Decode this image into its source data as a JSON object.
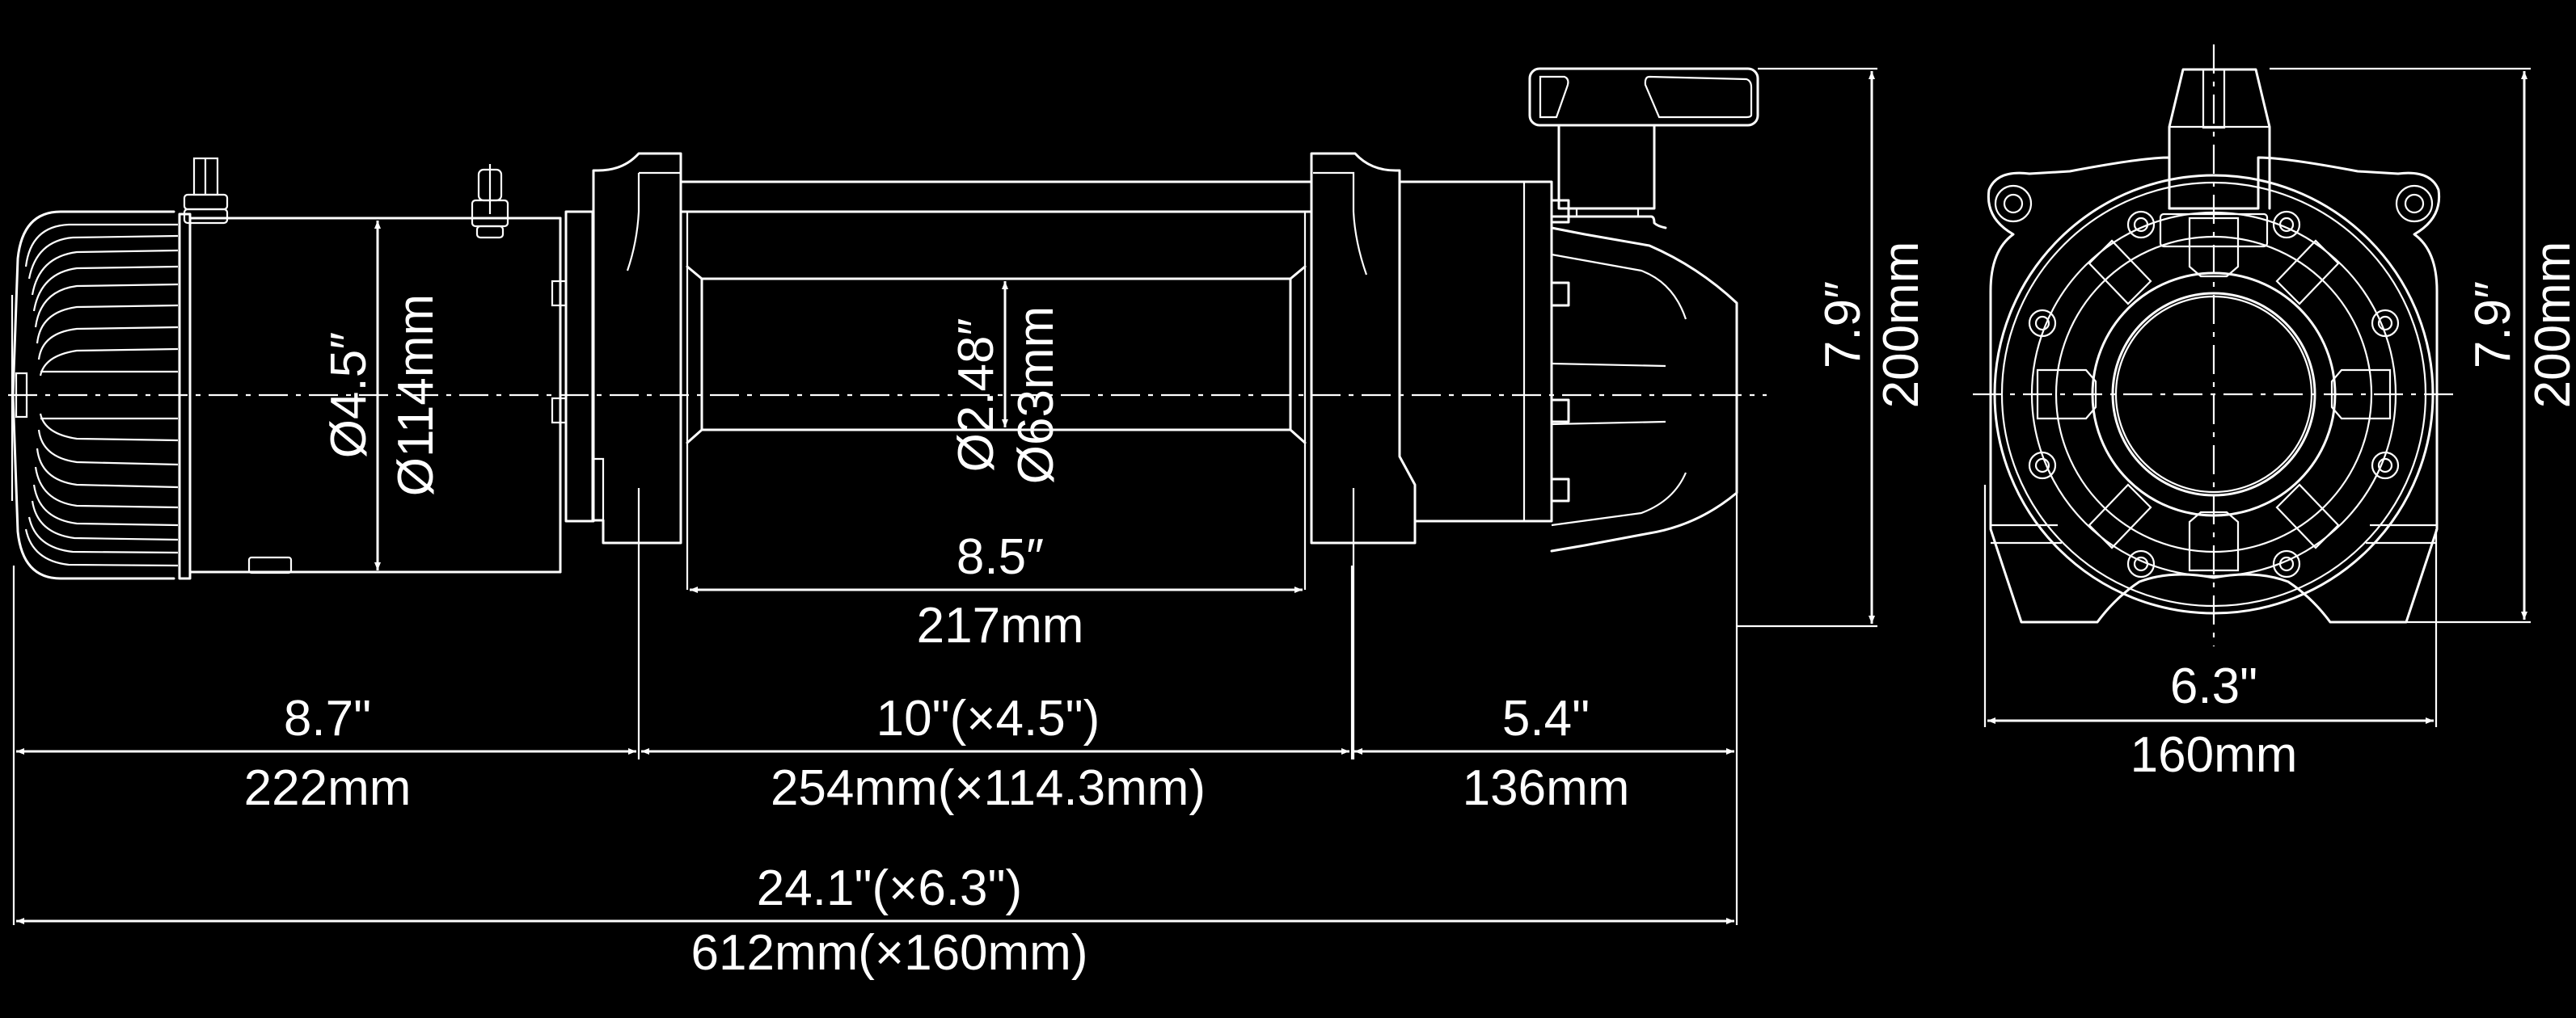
{
  "drawing": {
    "title": "Winch dimension drawing",
    "background": "#000000",
    "line_color": "#ffffff",
    "views": [
      "side-view",
      "end-view"
    ]
  },
  "side_view": {
    "motor_diameter": {
      "inch": "Ø4.5″",
      "mm": "Ø114mm"
    },
    "drum_diameter": {
      "inch": "Ø2.48″",
      "mm": "Ø63mm"
    },
    "drum_length": {
      "inch": "8.5″",
      "mm": "217mm"
    },
    "height": {
      "inch": "7.9″",
      "mm": "200mm"
    }
  },
  "bottom_dims": {
    "motor_section": {
      "inch": "8.7\"",
      "mm": "222mm"
    },
    "mount_section": {
      "inch": "10\"(×4.5\")",
      "mm": "254mm(×114.3mm)"
    },
    "gearbox_section": {
      "inch": "5.4\"",
      "mm": "136mm"
    },
    "overall": {
      "inch": "24.1\"(×6.3\")",
      "mm": "612mm(×160mm)"
    }
  },
  "end_view": {
    "width": {
      "inch": "6.3\"",
      "mm": "160mm"
    },
    "height": {
      "inch": "7.9″",
      "mm": "200mm"
    }
  }
}
